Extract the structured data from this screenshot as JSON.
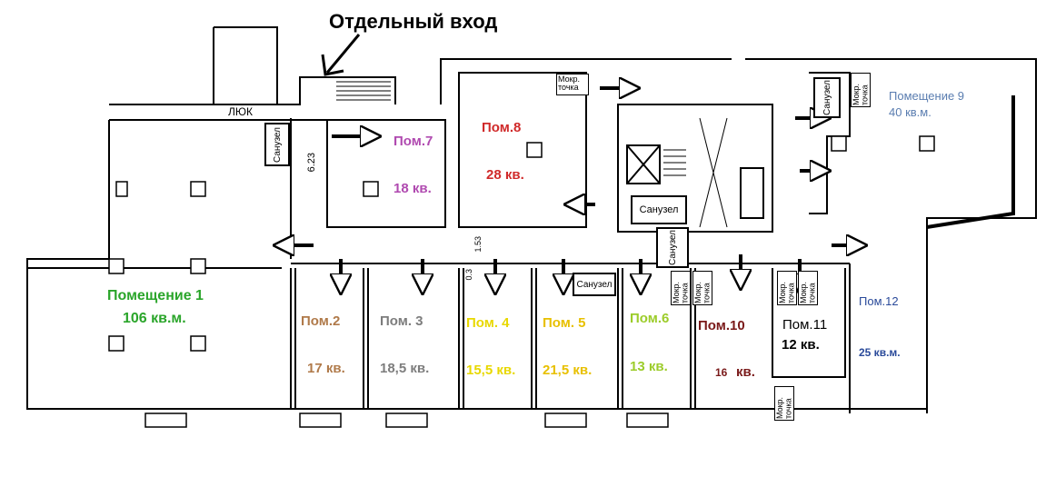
{
  "header": {
    "separate_entrance": "Отдельный вход"
  },
  "colors": {
    "room1": "#2aa52a",
    "room2": "#b07a4a",
    "room3": "#7d7d7d",
    "room4": "#e8d800",
    "room5": "#e8c000",
    "room6": "#9ccc2a",
    "room7": "#b04ab0",
    "room8": "#d02a2a",
    "room9": "#5a7db0",
    "room10": "#7a1a1a",
    "room11": "#000000",
    "room12": "#2a4a9a"
  },
  "rooms": {
    "r1": {
      "name": "Помещение 1",
      "area": "106 кв.м."
    },
    "r2": {
      "name": "Пом.2",
      "area": "17 кв."
    },
    "r3": {
      "name": "Пом. 3",
      "area": "18,5 кв."
    },
    "r4": {
      "name": "Пом. 4",
      "area": "15,5 кв."
    },
    "r5": {
      "name": "Пом. 5",
      "area": "21,5 кв."
    },
    "r6": {
      "name": "Пом.6",
      "area": "13 кв."
    },
    "r7": {
      "name": "Пом.7",
      "area": "18 кв."
    },
    "r8": {
      "name": "Пом.8",
      "area": "28 кв."
    },
    "r9": {
      "name": "Помещение 9",
      "area": "40 кв.м."
    },
    "r10": {
      "name": "Пом.10",
      "area_num": "16",
      "area_unit": "кв."
    },
    "r11": {
      "name": "Пом.11",
      "area": "12 кв."
    },
    "r12": {
      "name": "Пом.12",
      "area": "25 кв.м."
    }
  },
  "labels": {
    "hatch": "ЛЮК",
    "bathroom": "Санузел",
    "wet_point": "Мокр. точка",
    "wet_point_line1": "Мокр.",
    "wet_point_line2": "точка",
    "dim_623": "6.23",
    "dim_153": "1.53",
    "dim_03": "0.3"
  }
}
